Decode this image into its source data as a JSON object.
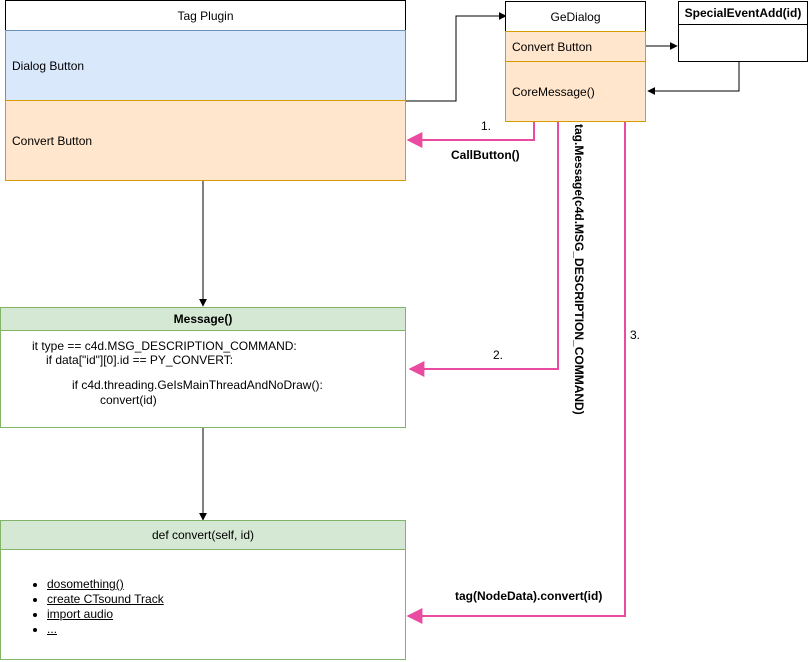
{
  "tag_plugin": {
    "title": "Tag Plugin",
    "dialog_button": "Dialog Button",
    "convert_button": "Convert Button"
  },
  "ge_dialog": {
    "title": "GeDialog",
    "convert_button": "Convert Button",
    "core_message": "CoreMessage()"
  },
  "special_event": {
    "title": "SpecialEventAdd(id)"
  },
  "message_box": {
    "title": "Message()",
    "lines": [
      "it type == c4d.MSG_DESCRIPTION_COMMAND:",
      "if data[\"id\"][0].id == PY_CONVERT:",
      "if c4d.threading.GeIsMainThreadAndNoDraw():",
      "convert(id)"
    ]
  },
  "convert_box": {
    "title": "def convert(self, id)",
    "items": [
      "dosomething()",
      "create CTsound Track",
      "import audio",
      "..."
    ]
  },
  "edges": {
    "step1_label": "1.",
    "callbutton_label": "CallButton()",
    "step2_label": "2.",
    "tag_message_label": "tag.Message(c4d.MSG_DESCRIPTION_COMMAND)",
    "step3_label": "3.",
    "tag_convert_label": "tag(NodeData).convert(id)"
  },
  "colors": {
    "blue_fill": "#dae8fc",
    "blue_stroke": "#6c8ebf",
    "orange_fill": "#ffe6cc",
    "orange_stroke": "#d79b00",
    "green_fill": "#d5e8d4",
    "green_stroke": "#82b366",
    "pink_arrow": "#e94ba0",
    "black_arrow": "#000000"
  }
}
